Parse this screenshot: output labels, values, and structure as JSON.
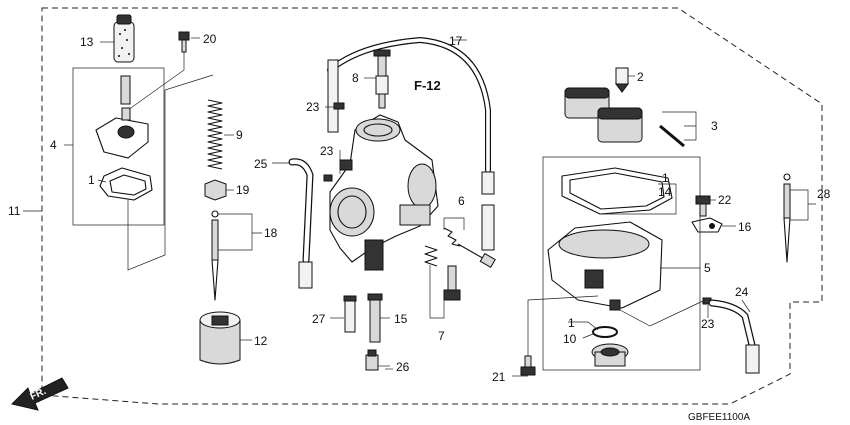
{
  "diagram": {
    "callout": "F-12",
    "code": "GBFEE1100A",
    "direction": "FR.",
    "labels": {
      "l1a": "1",
      "l1b": "1",
      "l1c": "1",
      "l2": "2",
      "l3": "3",
      "l4": "4",
      "l5": "5",
      "l6": "6",
      "l7": "7",
      "l8": "8",
      "l9": "9",
      "l10": "10",
      "l11": "11",
      "l12": "12",
      "l13": "13",
      "l14": "14",
      "l15": "15",
      "l16": "16",
      "l17": "17",
      "l18": "18",
      "l19": "19",
      "l20": "20",
      "l21": "21",
      "l22": "22",
      "l23a": "23",
      "l23b": "23",
      "l23c": "23",
      "l24": "24",
      "l25": "25",
      "l26": "26",
      "l27": "27",
      "l28": "28"
    }
  }
}
